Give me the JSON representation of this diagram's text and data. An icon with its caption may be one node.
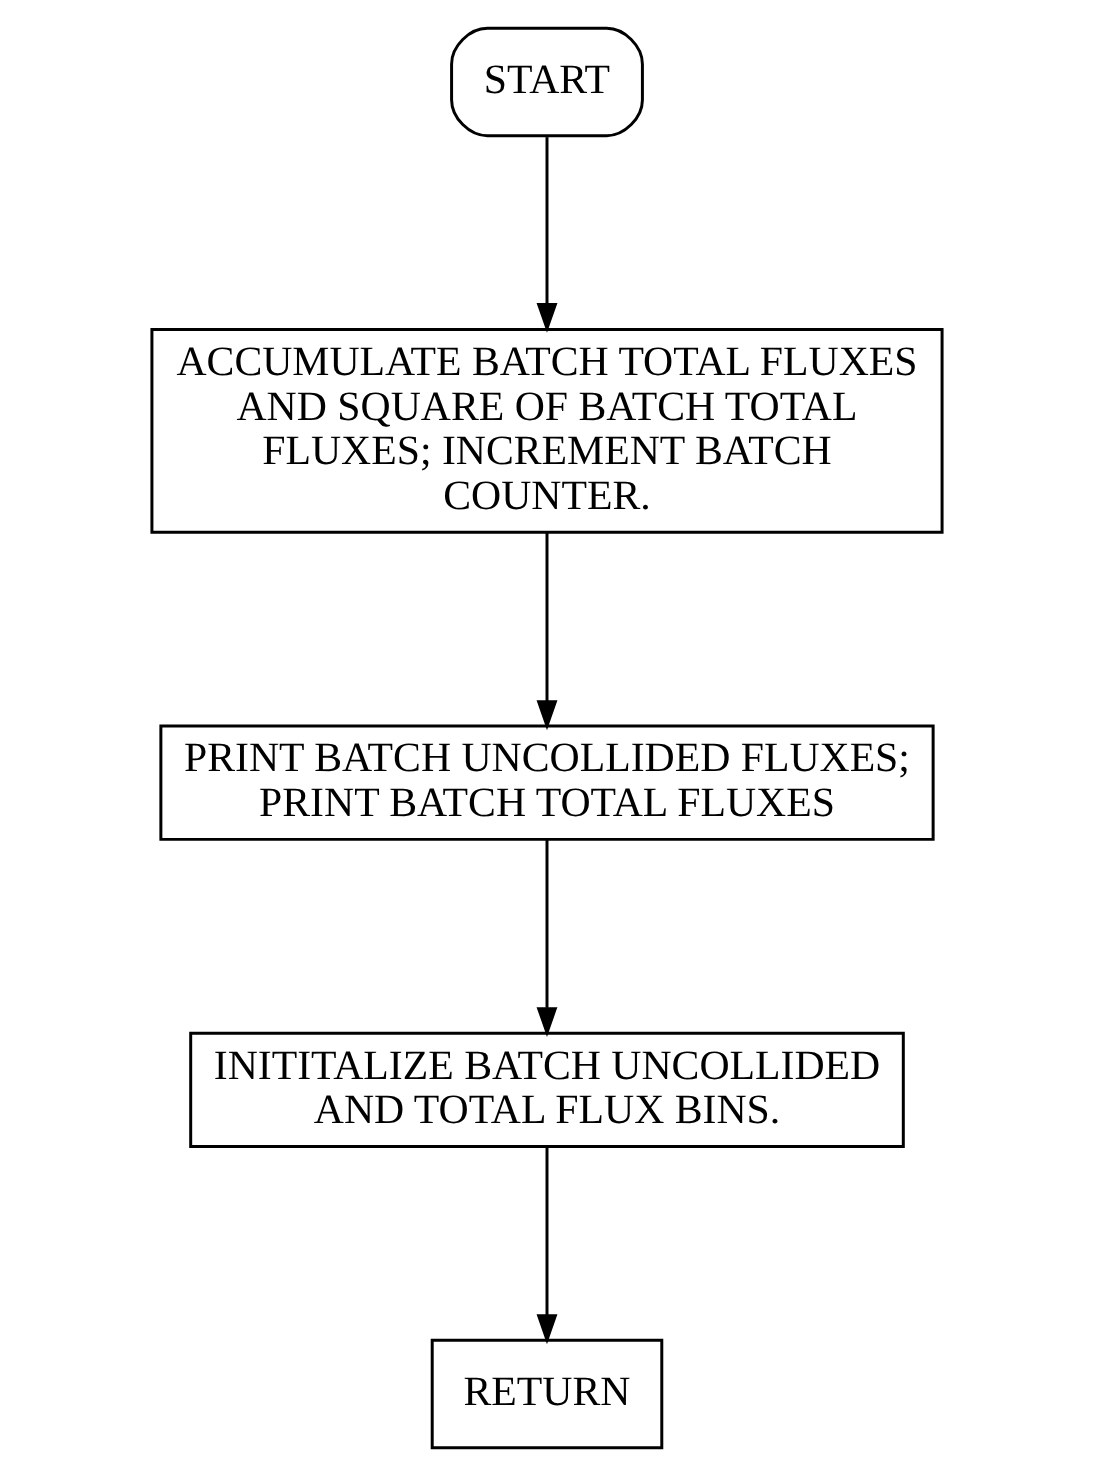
{
  "diagram": {
    "nodes": [
      {
        "text": [
          "START"
        ]
      },
      {
        "text": [
          "ACCUMULATE BATCH TOTAL FLUXES AND SQUARE OF BATCH TOTAL FLUXES; INCREMENT BATCH COUNTER."
        ]
      },
      {
        "text": [
          "PRINT BATCH UNCOLLIDED FLUXES; PRINT BATCH TOTAL FLUXES"
        ]
      },
      {
        "text": [
          "INITITALIZE BATCH UNCOLLIDED AND TOTAL FLUX BINS."
        ]
      },
      {
        "text": [
          "RETURN"
        ]
      }
    ],
    "edges": [
      {
        "from": 0,
        "to": 1,
        "arrow": "to"
      },
      {
        "from": 1,
        "to": 2,
        "arrow": "to"
      },
      {
        "from": 2,
        "to": 3,
        "arrow": "to"
      },
      {
        "from": 3,
        "to": 4,
        "arrow": "to"
      }
    ]
  }
}
